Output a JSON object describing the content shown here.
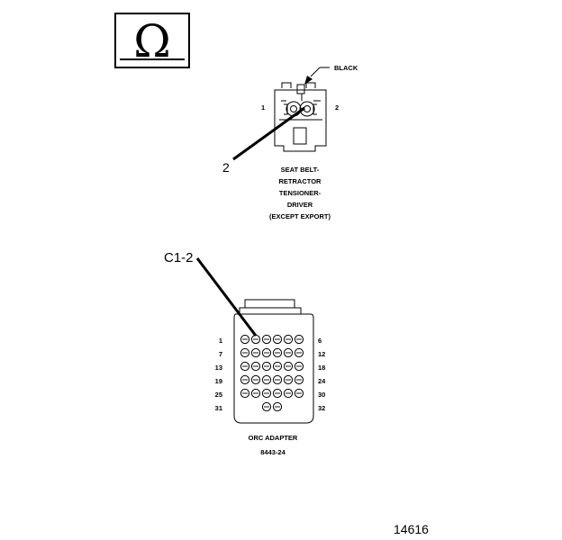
{
  "figure_number": "14616",
  "ohm_symbol": "Ω",
  "tensioner": {
    "color_label": "BLACK",
    "pin_left": "1",
    "pin_right": "2",
    "probe_label": "2",
    "caption_lines": [
      "SEAT BELT-",
      "RETRACTOR",
      "TENSIONER-",
      "DRIVER",
      "(EXCEPT EXPORT)"
    ]
  },
  "adapter": {
    "probe_label": "C1-2",
    "row_labels_left": [
      "1",
      "7",
      "13",
      "19",
      "25",
      "31"
    ],
    "row_labels_right": [
      "6",
      "12",
      "18",
      "24",
      "30",
      "32"
    ],
    "caption_lines": [
      "ORC ADAPTER",
      "8443-24"
    ]
  }
}
